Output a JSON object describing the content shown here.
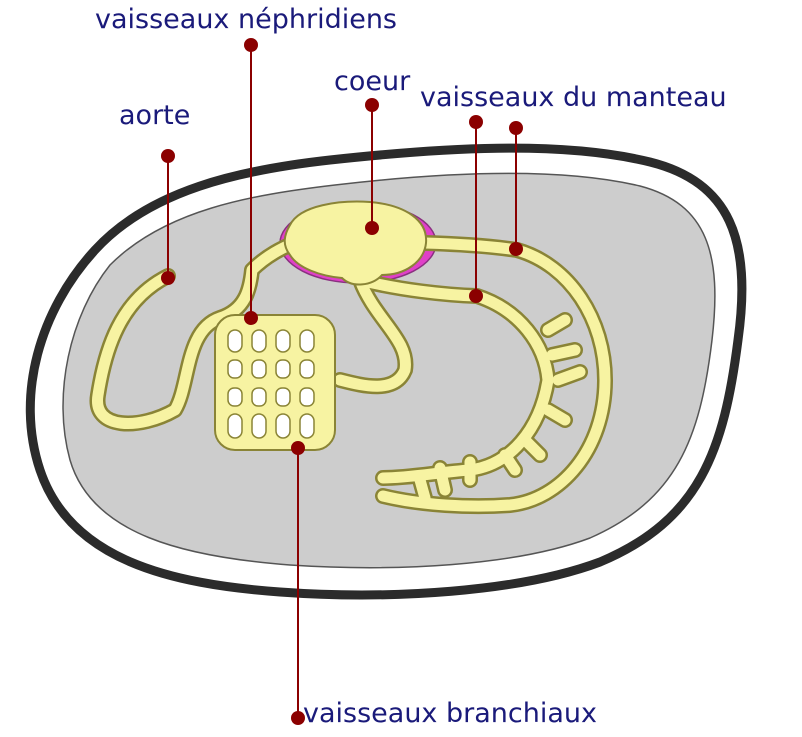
{
  "labels": {
    "nephridial": "vaisseaux néphridiens",
    "heart": "coeur",
    "mantle": "vaisseaux du manteau",
    "aorta": "aorte",
    "branchial": "vaisseaux branchiaux"
  },
  "colors": {
    "label_text": "#1a1a7a",
    "leader_line": "#8b0000",
    "vessel_fill": "#f7f3a2",
    "vessel_stroke": "#8a8436",
    "mantle_cavity": "#cdcdcd",
    "outer_shell": "#2b2b2b",
    "pericardium": "#e040c8"
  }
}
